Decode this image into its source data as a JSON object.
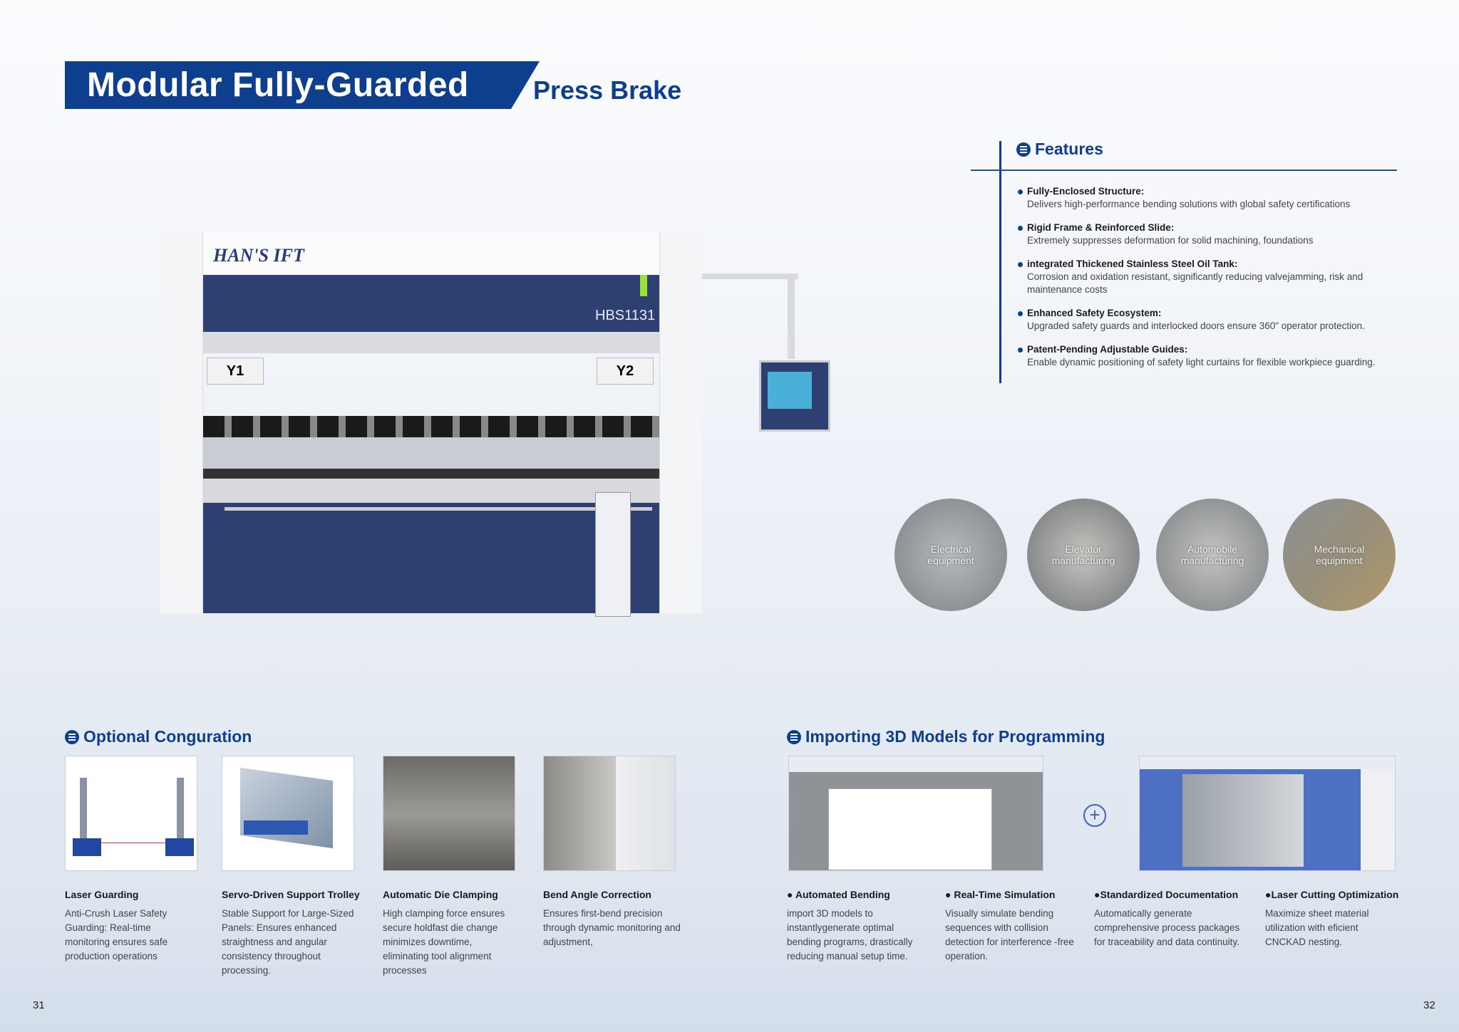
{
  "title": {
    "main": "Modular Fully-Guarded",
    "sub": "Press Brake"
  },
  "features": {
    "heading": "Features",
    "items": [
      {
        "title": "Fully-Enclosed Structure:",
        "desc": "Delivers high-performance bending solutions with global safety certifications"
      },
      {
        "title": "Rigid Frame & Reinforced Slide:",
        "desc": "Extremely suppresses deformation for solid machining, foundations"
      },
      {
        "title": "integrated Thickened Stainless Steel Oil Tank:",
        "desc": "Corrosion and oxidation resistant, significantly reducing valvejamming, risk and maintenance costs"
      },
      {
        "title": "Enhanced Safety Ecosystem:",
        "desc": "Upgraded safety guards and interlocked doors ensure 360\" operator protection."
      },
      {
        "title": "Patent-Pending Adjustable Guides:",
        "desc": "Enable dynamic positioning of safety light curtains for flexible workpiece guarding."
      }
    ]
  },
  "machine": {
    "brand": "HAN'S IFT",
    "model": "HBS1131",
    "y1": "Y1",
    "y2": "Y2"
  },
  "industries": [
    {
      "l1": "Electrical",
      "l2": "equipment"
    },
    {
      "l1": "Elevator",
      "l2": "manufacturing"
    },
    {
      "l1": "Automobile",
      "l2": "manufacturing"
    },
    {
      "l1": "Mechanical",
      "l2": "equipment"
    }
  ],
  "optional": {
    "heading": "Optional Conguration",
    "items": [
      {
        "title": "Laser Guarding",
        "desc": "Anti-Crush Laser Safety Guarding: Real-time monitoring ensures safe production operations"
      },
      {
        "title": "Servo-Driven Support Trolley",
        "desc": "Stable Support for Large-Sized Panels: Ensures enhanced straightness and angular consistency throughout processing."
      },
      {
        "title": "Automatic Die Clamping",
        "desc": "High clamping force ensures secure holdfast die change minimizes downtime, eliminating tool alignment processes"
      },
      {
        "title": "Bend Angle Correction",
        "desc": "Ensures first-bend precision through dynamic monitoring and adjustment,"
      }
    ]
  },
  "importing": {
    "heading": "Importing 3D Models for Programming",
    "items": [
      {
        "title": "Automated Bending",
        "desc": "import 3D models to instantlygenerate optimal bending programs, drastically reducing manual setup time."
      },
      {
        "title": "Real-Time Simulation",
        "desc": "Visually simulate bending sequences with collision detection for interference -free operation."
      },
      {
        "title": "Standardized Documentation",
        "desc": "Automatically generate comprehensive process packages for traceability and data continuity."
      },
      {
        "title": "Laser Cutting Optimization",
        "desc": "Maximize sheet material utilization with eficient CNCKAD nesting."
      }
    ]
  },
  "pages": {
    "left": "31",
    "right": "32"
  },
  "colors": {
    "brand": "#0e3f8e",
    "machine": "#2e3f72"
  }
}
